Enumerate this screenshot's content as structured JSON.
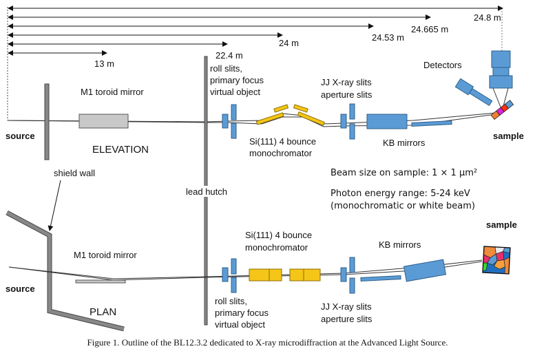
{
  "distances": [
    {
      "label": "24.8 m",
      "value_m": 24.8
    },
    {
      "label": "24.665 m",
      "value_m": 24.665
    },
    {
      "label": "24.53 m",
      "value_m": 24.53
    },
    {
      "label": "24 m",
      "value_m": 24
    },
    {
      "label": "22.4 m",
      "value_m": 22.4
    },
    {
      "label": "13 m",
      "value_m": 13
    }
  ],
  "elevation": {
    "view_label": "ELEVATION",
    "source": "source",
    "m1": "M1 toroid mirror",
    "roll_slits": [
      "roll slits,",
      "primary focus",
      "virtual object"
    ],
    "mono": [
      "Si(111) 4 bounce",
      "monochromator"
    ],
    "jj_slits": [
      "JJ X-ray slits",
      "aperture slits"
    ],
    "kb": "KB mirrors",
    "detectors": "Detectors",
    "sample": "sample"
  },
  "middle": {
    "shield_wall": "shield wall",
    "lead_hutch": "lead hutch",
    "beam_size": "Beam size on sample: 1 × 1 μm²",
    "energy_range": "Photon energy range: 5-24 keV",
    "energy_note": "(monochromatic or white beam)"
  },
  "plan": {
    "view_label": "PLAN",
    "source": "source",
    "m1": "M1 toroid mirror",
    "mono": [
      "Si(111) 4 bounce",
      "monochromator"
    ],
    "roll_slits": [
      "roll slits,",
      "primary focus",
      "virtual object"
    ],
    "jj_slits": [
      "JJ X-ray slits",
      "aperture slits"
    ],
    "kb": "KB mirrors",
    "sample": "sample"
  },
  "caption": "Figure 1. Outline of the BL12.3.2 dedicated to X-ray microdiffraction at the Advanced Light Source."
}
